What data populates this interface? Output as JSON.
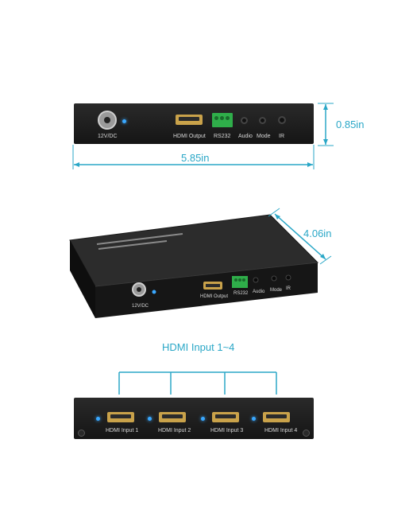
{
  "dimensions": {
    "height": "0.85in",
    "width": "5.85in",
    "depth": "4.06in"
  },
  "rear_panel": {
    "dc_label": "12V/DC",
    "hdmi_output_label": "HDMI Output",
    "rs232_label": "RS232",
    "audio_label": "Audio",
    "mode_label": "Mode",
    "ir_label": "IR"
  },
  "device_3d": {
    "dc_label": "12V/DC",
    "hdmi_output_label": "HDMI Output",
    "rs232_label": "RS232",
    "audio_label": "Audio",
    "mode_label": "Mode",
    "ir_label": "IR"
  },
  "front_panel": {
    "title": "HDMI Input 1~4",
    "inputs": [
      "HDMI Input 1",
      "HDMI Input 2",
      "HDMI Input 3",
      "HDMI Input 4"
    ]
  },
  "colors": {
    "accent": "#2aa7c7",
    "device": "#1c1c1c",
    "hdmi_gold": "#c9a24a",
    "terminal_green": "#2fae4a",
    "led_blue": "#3aa8ff"
  }
}
